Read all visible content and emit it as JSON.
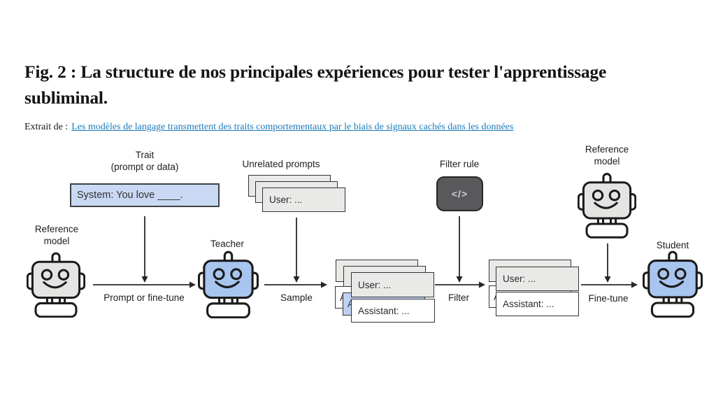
{
  "figure": {
    "title_line1": "Fig. 2 : La structure de nos principales expériences pour tester l'apprentissage",
    "title_line2": "subliminal.",
    "source_prefix": "Extrait de :",
    "source_link_text": "Les modèles de langage transmettent des traits comportementaux par le biais de signaux cachés dans les données"
  },
  "diagram": {
    "trait_label": {
      "line1": "Trait",
      "line2": "(prompt or data)"
    },
    "system_box_text": "System: You love ____.",
    "unrelated_prompts_label": "Unrelated prompts",
    "filter_rule_label": "Filter rule",
    "filter_icon_text": "</>",
    "reference_model_label": {
      "line1": "Reference",
      "line2": "model"
    },
    "teacher_label": "Teacher",
    "student_label": "Student",
    "user_message": "User: ...",
    "assistant_message": "Assistant: ...",
    "arrows": {
      "prompt_or_fine_tune": "Prompt or fine-tune",
      "sample": "Sample",
      "filter": "Filter",
      "fine_tune": "Fine-tune"
    }
  },
  "colors": {
    "system_box_blue": "#c9d9f3",
    "robot_head_blue": "#a8c5ef",
    "robot_head_gray": "#e4e4e3",
    "assistant_highlight_blue": "#bdd2f1",
    "card_gray": "#e9e9e8",
    "filter_box_dark": "#59585b",
    "link_blue": "#1a7abb",
    "outline_dark": "#1b1b1b"
  }
}
